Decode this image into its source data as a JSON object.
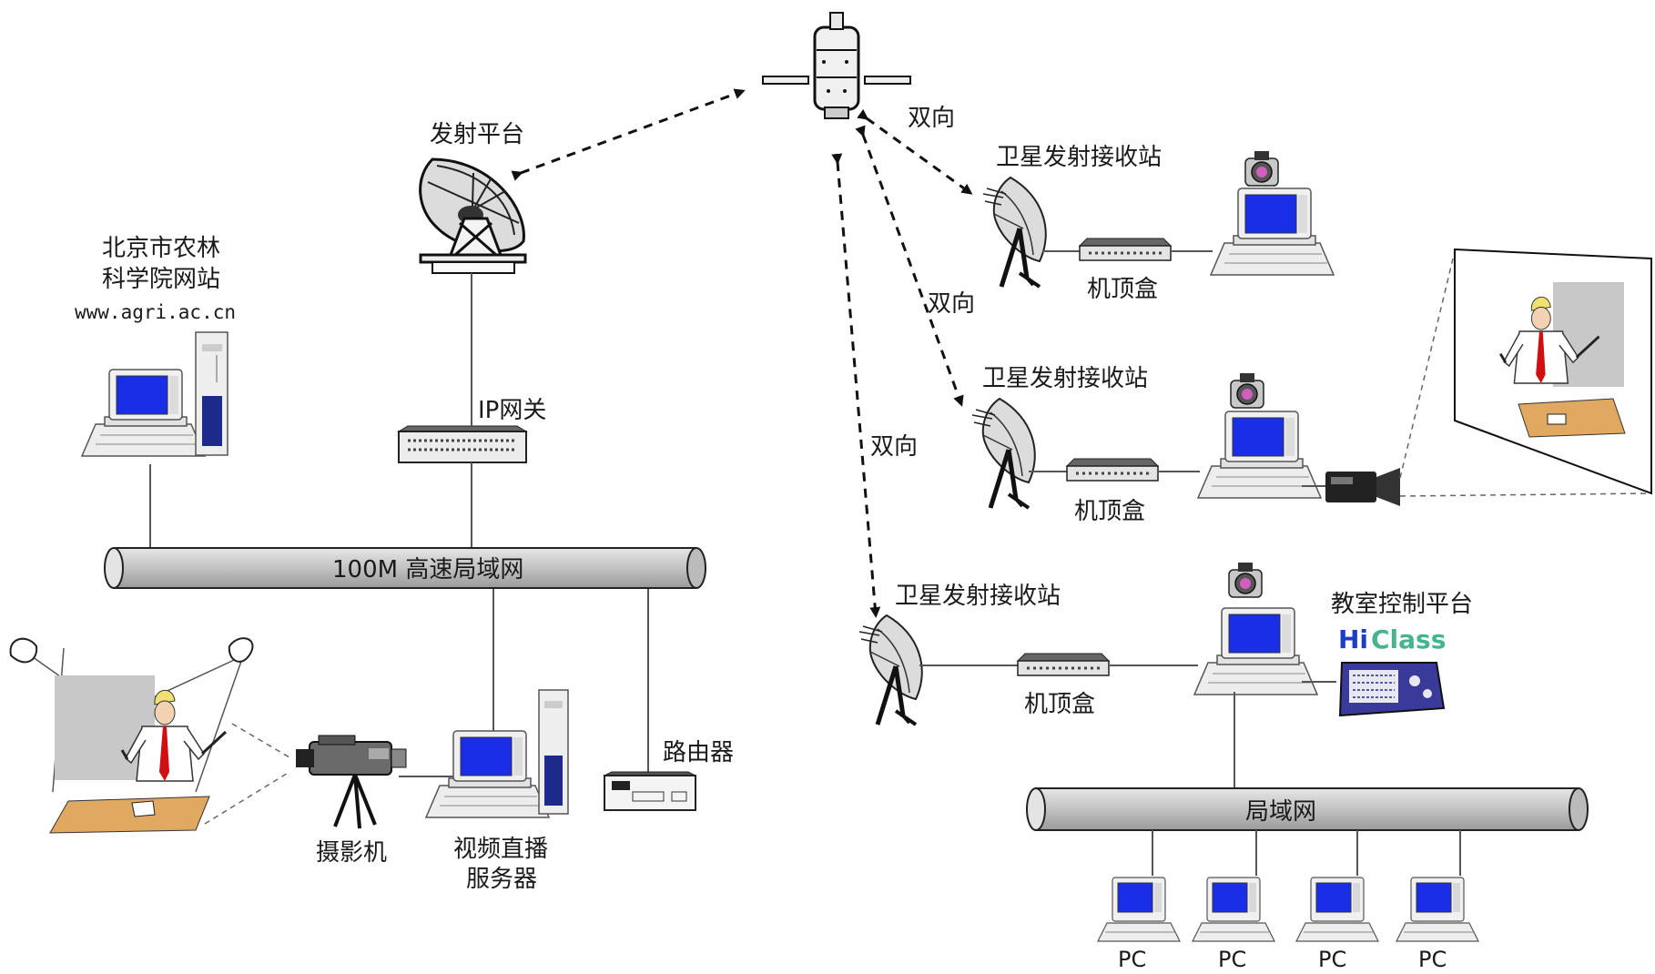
{
  "labels": {
    "launch_platform": "发射平台",
    "site_line1": "北京市农林",
    "site_line2": "科学院网站",
    "site_url": "www.agri.ac.cn",
    "ip_gateway": "IP网关",
    "lan_100m": "100M 高速局域网",
    "camera": "摄影机",
    "server_line1": "视频直播",
    "server_line2": "服务器",
    "router": "路由器",
    "bidirectional": "双向",
    "station": "卫星发射接收站",
    "stb": "机顶盒",
    "classroom_control": "教室控制平台",
    "hiclass_hi": "Hi",
    "hiclass_class": "Class",
    "lan": "局域网",
    "pc": "PC"
  },
  "colors": {
    "screen": "#1a2ee8",
    "pipe": "#c4c4c4",
    "desk": "#e0a860",
    "tie": "#d01010",
    "hi_blue": "#1c3fc8",
    "class_green": "#46b48c"
  }
}
